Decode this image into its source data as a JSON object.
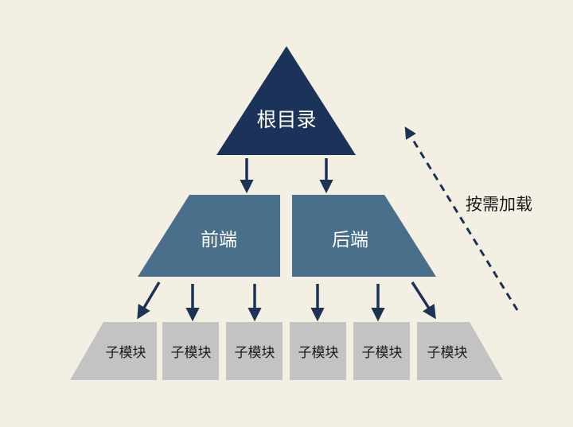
{
  "colors": {
    "background": "#f3efe2",
    "root_fill": "#1b3358",
    "mid_fill": "#4a6f8b",
    "leaf_fill": "#c3c3c3",
    "arrow": "#1d3355",
    "light_text": "#ffffff",
    "dark_text": "#1a1a1a"
  },
  "root": {
    "label": "根目录"
  },
  "branches": [
    {
      "label": "前端"
    },
    {
      "label": "后端"
    }
  ],
  "modules": [
    {
      "label": "子模块"
    },
    {
      "label": "子模块"
    },
    {
      "label": "子模块"
    },
    {
      "label": "子模块"
    },
    {
      "label": "子模块"
    },
    {
      "label": "子模块"
    }
  ],
  "side_note": {
    "label": "按需加载"
  },
  "icons": {
    "flow_arrow": "arrow-down-icon",
    "load_arrow": "dashed-arrow-up-icon"
  }
}
